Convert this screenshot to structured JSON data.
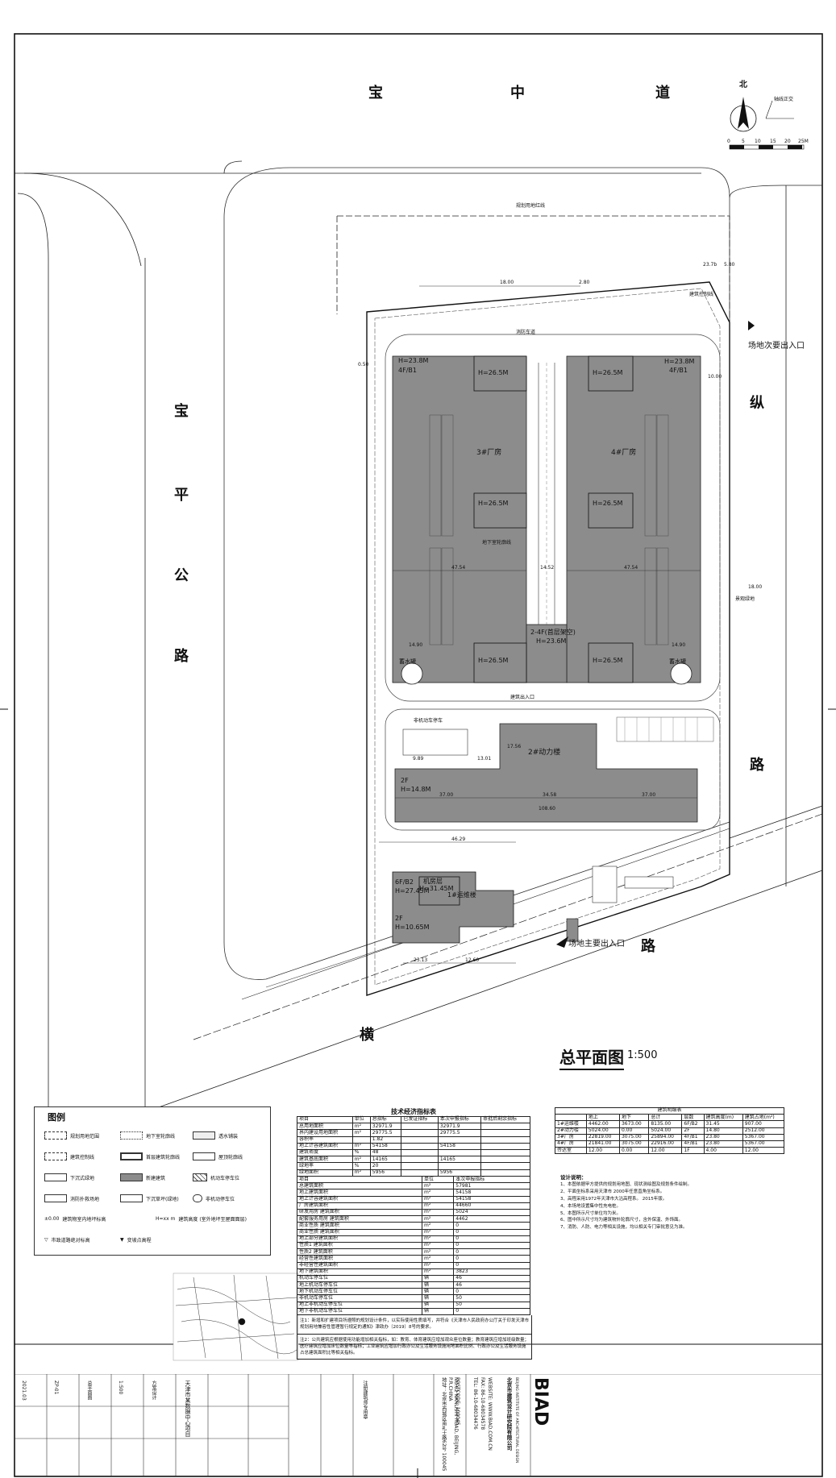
{
  "roads": {
    "north": [
      "宝",
      "中",
      "道"
    ],
    "west": [
      "宝",
      "平",
      "公",
      "路"
    ],
    "east_upper": "纵",
    "east_lower": "路",
    "south": [
      "横",
      "路"
    ]
  },
  "compass": {
    "north_label": "北",
    "scale_ticks": [
      "0",
      "5",
      "10",
      "15",
      "20",
      "25M"
    ],
    "axis_note": "轴线正交"
  },
  "entrances": {
    "secondary": "场地次要出入口",
    "main": "场地主要出入口"
  },
  "plan_title": {
    "text": "总平面图",
    "scale": "1:500"
  },
  "buildings": {
    "factory3": {
      "name": "3#厂房",
      "height": "H=23.8M",
      "floors": "4F/B1",
      "towers": [
        "H=26.5M",
        "H=26.5M",
        "H=26.5M"
      ]
    },
    "factory4": {
      "name": "4#厂房",
      "height": "H=23.8M",
      "floors": "4F/B1",
      "towers": [
        "H=26.5M",
        "H=26.5M",
        "H=26.5M"
      ]
    },
    "link": {
      "name": "2-4F(首层架空)",
      "height": "H=23.6M"
    },
    "power": {
      "name": "2#动力楼",
      "floors": "2F",
      "height": "H=14.8M"
    },
    "office": {
      "floors": "6F/B2",
      "height": "H=27.45M",
      "tower_label": "机房层",
      "tower_height": "H=31.45M",
      "side_label": "1#运维楼",
      "lower_floors": "2F",
      "lower_height": "H=10.65M"
    },
    "tank_left": "蓄水罐",
    "tank_right": "蓄水罐"
  },
  "dimensions": {
    "top_setback": "18.00",
    "top_gap": "2.80",
    "ne_1": "23.7b",
    "ne_2": "5.80",
    "west_gap": "0.50",
    "east_gap": "10.00",
    "east_gap2": "18.00",
    "w3": "47.54",
    "center": "14.52",
    "w4": "47.54",
    "w3b": "14.90",
    "w4b": "14.90",
    "p_left": "37.00",
    "p_mid": "34.58",
    "p_right": "37.00",
    "p_total": "108.60",
    "south_1": "46.29",
    "south_2": "23.13",
    "south_3": "12.60",
    "pd1": "9.89",
    "pd2": "13.01",
    "pd3": "17.56"
  },
  "site_labels": {
    "redline": "规划用地红线",
    "control": "建筑控制线",
    "fire_road": "消防车道",
    "exit": "建筑出入口",
    "underground": "地下室轮廓线",
    "green": "景观绿地",
    "bike": "非机动车停车"
  },
  "legend": {
    "title": "图例",
    "items": [
      "规划用地范围",
      "地下室轮廓线",
      "透水铺装",
      "建筑控制线",
      "首层建筑轮廓线",
      "屋顶轮廓线",
      "下沉式绿地",
      "新建建筑",
      "机动车停车位",
      "消防扑救场地",
      "下沉草坪(绿地)",
      "非机动停车位",
      "建筑物室内地坪标高",
      "建筑高度 (室外地坪至屋面面层)",
      "市政道路绝对标高",
      "变坡点高程"
    ]
  },
  "econ_table": {
    "title": "技术经济指标表",
    "head": [
      "项目",
      "单位",
      "总指标",
      "已发证指标",
      "本次申报指标",
      "审批后剩余指标"
    ],
    "rows": [
      [
        "总用地面积",
        "m²",
        "32971.9",
        "",
        "32971.9",
        ""
      ],
      [
        "界内建设用地面积",
        "m²",
        "29775.5",
        "",
        "29775.5",
        ""
      ],
      [
        "容积率",
        "",
        "1.82",
        "",
        "",
        ""
      ],
      [
        "地上计容建筑面积",
        "m²",
        "54158",
        "",
        "54158",
        ""
      ],
      [
        "建筑密度",
        "%",
        "48",
        "",
        "",
        ""
      ],
      [
        "建筑基底面积",
        "m²",
        "14165",
        "",
        "14165",
        ""
      ],
      [
        "绿地率",
        "%",
        "20",
        "",
        "",
        ""
      ],
      [
        "绿地面积",
        "m²",
        "5956",
        "",
        "5956",
        ""
      ]
    ],
    "head2": [
      "项目",
      "单位",
      "本次申报指标"
    ],
    "rows2": [
      [
        "总建筑面积",
        "m²",
        "57981"
      ],
      [
        "地上建筑面积",
        "m²",
        "54158"
      ],
      [
        "地上计容建筑面积",
        "m²",
        "54158"
      ],
      [
        "厂房建筑面积",
        "m²",
        "44660"
      ],
      [
        "研发用房 建筑面积",
        "m²",
        "5024"
      ],
      [
        "配套服务用房 建筑面积",
        "m²",
        "4462"
      ],
      [
        "商业性质 建筑面积",
        "m²",
        "0"
      ],
      [
        "商业性质 建筑面积",
        "m²",
        "0"
      ],
      [
        "地上部分建筑面积",
        "m²",
        "0"
      ],
      [
        "性质1 建筑面积",
        "m²",
        "0"
      ],
      [
        "性质2 建筑面积",
        "m²",
        "0"
      ],
      [
        "经营性建筑面积",
        "m²",
        "0"
      ],
      [
        "非经营性建筑面积",
        "m²",
        "0"
      ],
      [
        "地下建筑面积",
        "m²",
        "3823"
      ],
      [
        "机动车停车位",
        "辆",
        "46"
      ],
      [
        "地上机动车停车位",
        "辆",
        "46"
      ],
      [
        "地下机动车停车位",
        "辆",
        "0"
      ],
      [
        "非机动车停车位",
        "辆",
        "50"
      ],
      [
        "地上非机动车停车位",
        "辆",
        "50"
      ],
      [
        "地下非机动车停车位",
        "辆",
        "0"
      ]
    ],
    "note1": "注1：新增和扩建项目所遵照的规划设计条件，以实际使用性质填写，并符合《天津市人民政府办公厅关于印发天津市规划用地兼容性管理暂行规定的通知》津政办〔2019〕8号的要求。",
    "note2": "注2：公共建筑应根据使用功能增加相关指标，如：教育、体育建筑应增加观众座位数量；教育建筑应增加班级数量；医疗建筑应增加床位数量等指标；工业建筑应增加行政办公及生活服务设施用地面积比例、行政办公及生活服务设施占总建筑面积比等相关指标。"
  },
  "bld_table": {
    "title": "建筑明细表",
    "head": [
      "",
      "地上",
      "地下",
      "总计",
      "层数",
      "建筑高度(m)",
      "建筑占地(m²)"
    ],
    "rows": [
      [
        "1#运维楼",
        "4462.00",
        "3673.00",
        "8135.00",
        "6F/B2",
        "31.45",
        "907.00"
      ],
      [
        "2#动力楼",
        "5024.00",
        "0.00",
        "5024.00",
        "2F",
        "14.80",
        "2512.00"
      ],
      [
        "3#厂房",
        "22819.00",
        "3075.00",
        "25894.00",
        "4F/B1",
        "23.80",
        "5367.00"
      ],
      [
        "4#厂房",
        "21841.00",
        "3075.00",
        "22916.00",
        "4F/B1",
        "23.80",
        "5367.00"
      ],
      [
        "传达室",
        "12.00",
        "0.00",
        "12.00",
        "1F",
        "4.00",
        "12.00"
      ]
    ]
  },
  "design_notes": {
    "title": "设计说明：",
    "items": [
      "1、本图依据甲方提供的规划用地图、现状测绘图及规划条件绘制。",
      "2、平面坐标系采用天津市 2000年任意直角坐标系。",
      "3、高程采用1972年天津市大沽高程系。 2015年版。",
      "4、本场地设置集中性充电桩。",
      "5、本图所示尺寸单位均为米。",
      "6、图中所示尺寸均为建筑物外轮廓尺寸，含外保温、外饰面。",
      "7、消防、人防、电力等相关设施，均以相关专门审批意见为准。"
    ]
  },
  "title_block": {
    "company": "北京市建筑设计研究院有限公司",
    "company_en": "BEIJING INSTITUTE OF ARCHITECTURAL DESIGN",
    "logo": "BIAD",
    "address": [
      "地址：北京市西城区南礼士路62号 100045",
      "NO.62 NANLISHI ROAD, BEIJING, P.R.CHINA",
      "POSTCODE: 100045",
      "TEL: 86-10-68034476",
      "FAX: 86-10-68034578",
      "WEBSITE: WWW.BIAD.COM.CN"
    ],
    "stamp": "注册建筑师专用章",
    "project_name": "天津市某数据中心项目",
    "drawing": "总平面图",
    "drawing_no": "ZP-01",
    "scale": "1:500",
    "date": "2021.03",
    "phase": "方案设计"
  },
  "colors": {
    "building": "#8c8c8c",
    "line": "#1a1a1a",
    "paper": "#ffffff"
  }
}
